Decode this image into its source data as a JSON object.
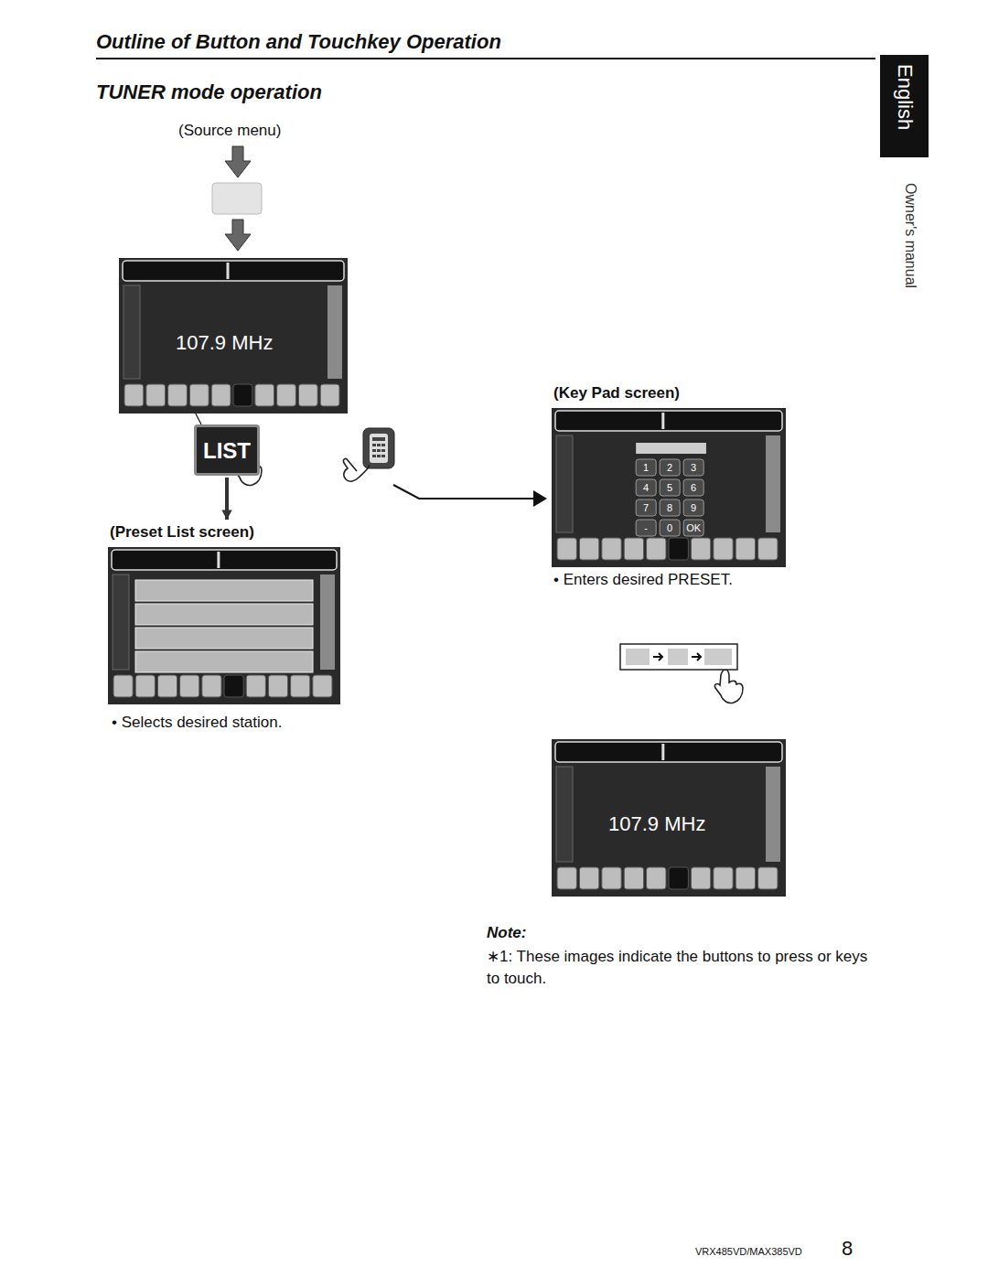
{
  "diagram": {
    "title": "Outline of Button and Touchkey Operation",
    "nodes": [
      {
        "text": [
          "107.9 MHz"
        ]
      },
      {
        "text": [
          "LIST"
        ]
      },
      {
        "text": [
          "(Preset List screen)"
        ]
      },
      {
        "text": [
          "(Key Pad screen)"
        ]
      },
      {
        "text": [
          "107.9 MHz"
        ]
      }
    ],
    "edges": [
      {
        "from": 0,
        "to": 1,
        "arrow": "none"
      },
      {
        "from": 1,
        "to": 2,
        "arrow": "to"
      }
    ],
    "labels": [
      "TUNER mode operation",
      "(Source menu)",
      "• Selects desired station.",
      "• Enters desired PRESET.",
      "Note:",
      "∗1: These images indicate the buttons to press or keys to touch.",
      "VRX485VD/MAX385VD",
      "8",
      "English",
      "Owner's manual",
      "1",
      "2",
      "3",
      "4",
      "5",
      "6",
      "7",
      "8",
      "9",
      "-",
      "0",
      "OK"
    ]
  }
}
